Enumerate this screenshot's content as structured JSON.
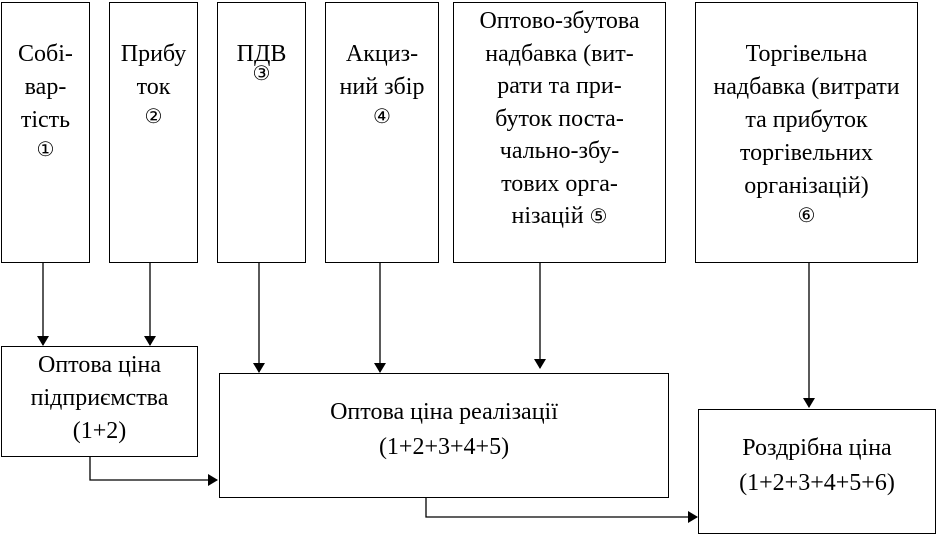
{
  "top": {
    "cost": {
      "lines": [
        "Собі-",
        "вар-",
        "тість"
      ],
      "num": "①"
    },
    "profit": {
      "lines": [
        "Прибу",
        "ток"
      ],
      "num": "②"
    },
    "vat": {
      "lines": [
        "ПДВ"
      ],
      "num": "③"
    },
    "excise": {
      "lines": [
        "Акциз-",
        "ний збір"
      ],
      "num": "④"
    },
    "wholesale_markup": {
      "lines": [
        "Оптово-збутова",
        "надбавка (вит-",
        "рати та при-",
        "буток поста-",
        "чально-збу-",
        "тових орга-",
        "нізацій"
      ],
      "num": "⑤"
    },
    "trade_markup": {
      "lines": [
        "Торгівельна",
        "надбавка (витрати",
        "та прибуток",
        "торгівельних",
        "організацій)"
      ],
      "num": "⑥"
    }
  },
  "middle": {
    "enterprise_price": {
      "lines": [
        "Оптова ціна",
        "підприємства",
        "(1+2)"
      ]
    },
    "sale_price": {
      "lines": [
        "Оптова ціна реалізації",
        "(1+2+3+4+5)"
      ]
    },
    "retail_price": {
      "lines": [
        "Роздрібна ціна",
        "(1+2+3+4+5+6)"
      ]
    }
  }
}
